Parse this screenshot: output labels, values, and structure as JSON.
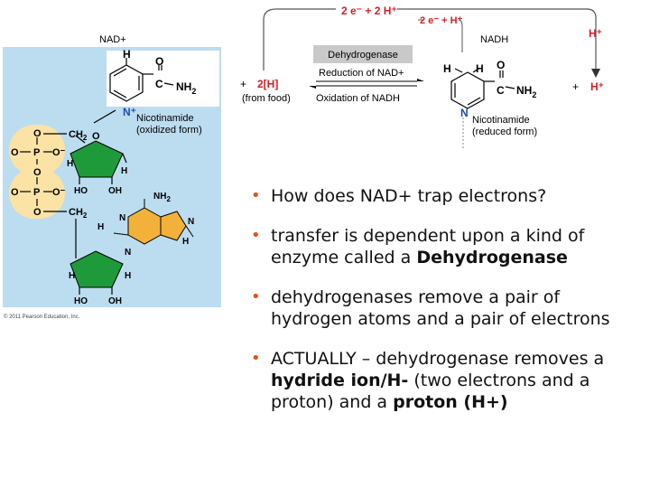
{
  "diagram": {
    "top_equation": "2 e⁻ + 2 H⁺",
    "inner_equation": "2 e⁻ + H⁺",
    "h_plus_right": "H⁺",
    "nad_plus": "NAD+",
    "nadh": "NADH",
    "enzyme": "Dehydrogenase",
    "reduction_label": "Reduction of NAD+",
    "oxidation_label": "Oxidation of NADH",
    "two_h": "2[H]",
    "from_food": "(from food)",
    "plus": "+",
    "right_plus": "+",
    "right_h_plus": "H⁺",
    "nicotinamide_ox": "Nicotinamide",
    "nicotinamide_ox_sub": "(oxidized form)",
    "nicotinamide_red": "Nicotinamide",
    "nicotinamide_red_sub": "(reduced form)",
    "copyright": "© 2011 Pearson Education, Inc.",
    "atoms": {
      "H": "H",
      "O": "O",
      "C": "C",
      "N": "N",
      "NH2": "NH",
      "sub2": "2",
      "Nplus": "N⁺",
      "OH": "OH",
      "HO": "HO",
      "CH2": "CH",
      "Ominus": "O⁻",
      "P": "P"
    }
  },
  "bullets": [
    {
      "parts": [
        {
          "t": "How does NAD+ trap electrons?",
          "b": false
        }
      ]
    },
    {
      "parts": [
        {
          "t": "transfer is dependent upon a kind of enzyme called a ",
          "b": false
        },
        {
          "t": "Dehydrogenase",
          "b": true
        }
      ]
    },
    {
      "parts": [
        {
          "t": "dehydrogenases remove a pair of hydrogen atoms and a pair of electrons",
          "b": false
        }
      ]
    },
    {
      "parts": [
        {
          "t": "ACTUALLY – dehydrogenase removes a ",
          "b": false
        },
        {
          "t": "hydride ion/H-",
          "b": true
        },
        {
          "t": " (two electrons and a proton) and a ",
          "b": false
        },
        {
          "t": "proton (H+)",
          "b": true
        }
      ]
    }
  ],
  "colors": {
    "panel_blue": "#bcdcf0",
    "phosphate_yellow": "#fbe3a6",
    "ribose_green": "#1f9a3a",
    "adenine_orange": "#f2b23a",
    "accent_red": "#d4202a",
    "bullet_orange": "#e8501a",
    "enzyme_box": "#c9c9c9"
  }
}
